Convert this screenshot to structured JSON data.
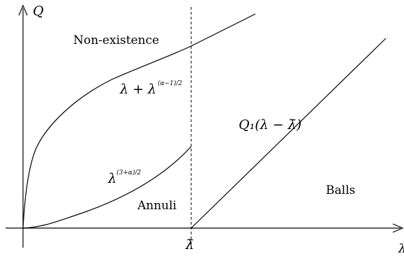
{
  "axes": {
    "y_label": "Q",
    "x_label": "λ",
    "lambda_bar_label": "λ̄"
  },
  "regions": {
    "non_existence": "Non-existence",
    "annuli": "Annuli",
    "balls": "Balls"
  },
  "curves": {
    "upper": {
      "base": "λ + λ",
      "exponent": "(α−1)/2"
    },
    "lower": {
      "base": "λ",
      "exponent": "(3+α)/2"
    },
    "line": {
      "label": "Q₁(λ − λ̄)"
    }
  }
}
